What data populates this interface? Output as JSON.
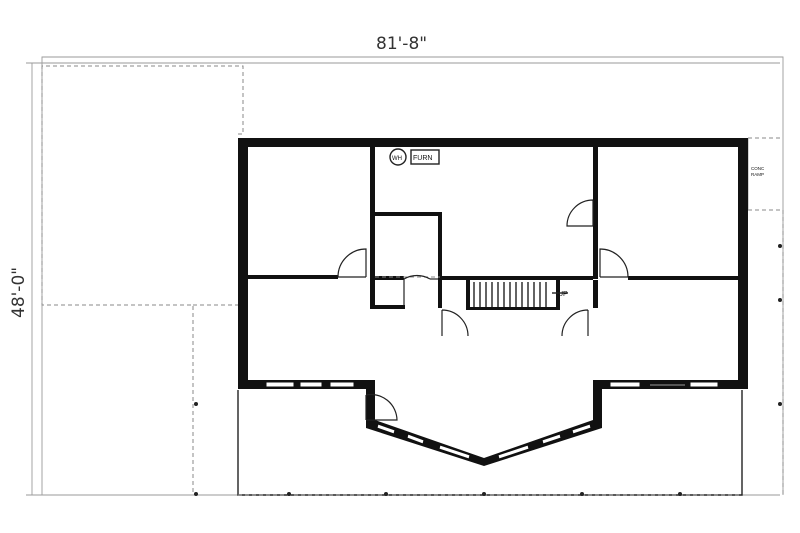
{
  "plan": {
    "dimensions": {
      "width_label": "81'-8\"",
      "depth_label": "48'-0\""
    },
    "labels": {
      "water_heater": "WH",
      "furnace": "FURN",
      "stair": "UP",
      "conc_label": "CONC",
      "conc_label_2": "RAMP"
    }
  }
}
